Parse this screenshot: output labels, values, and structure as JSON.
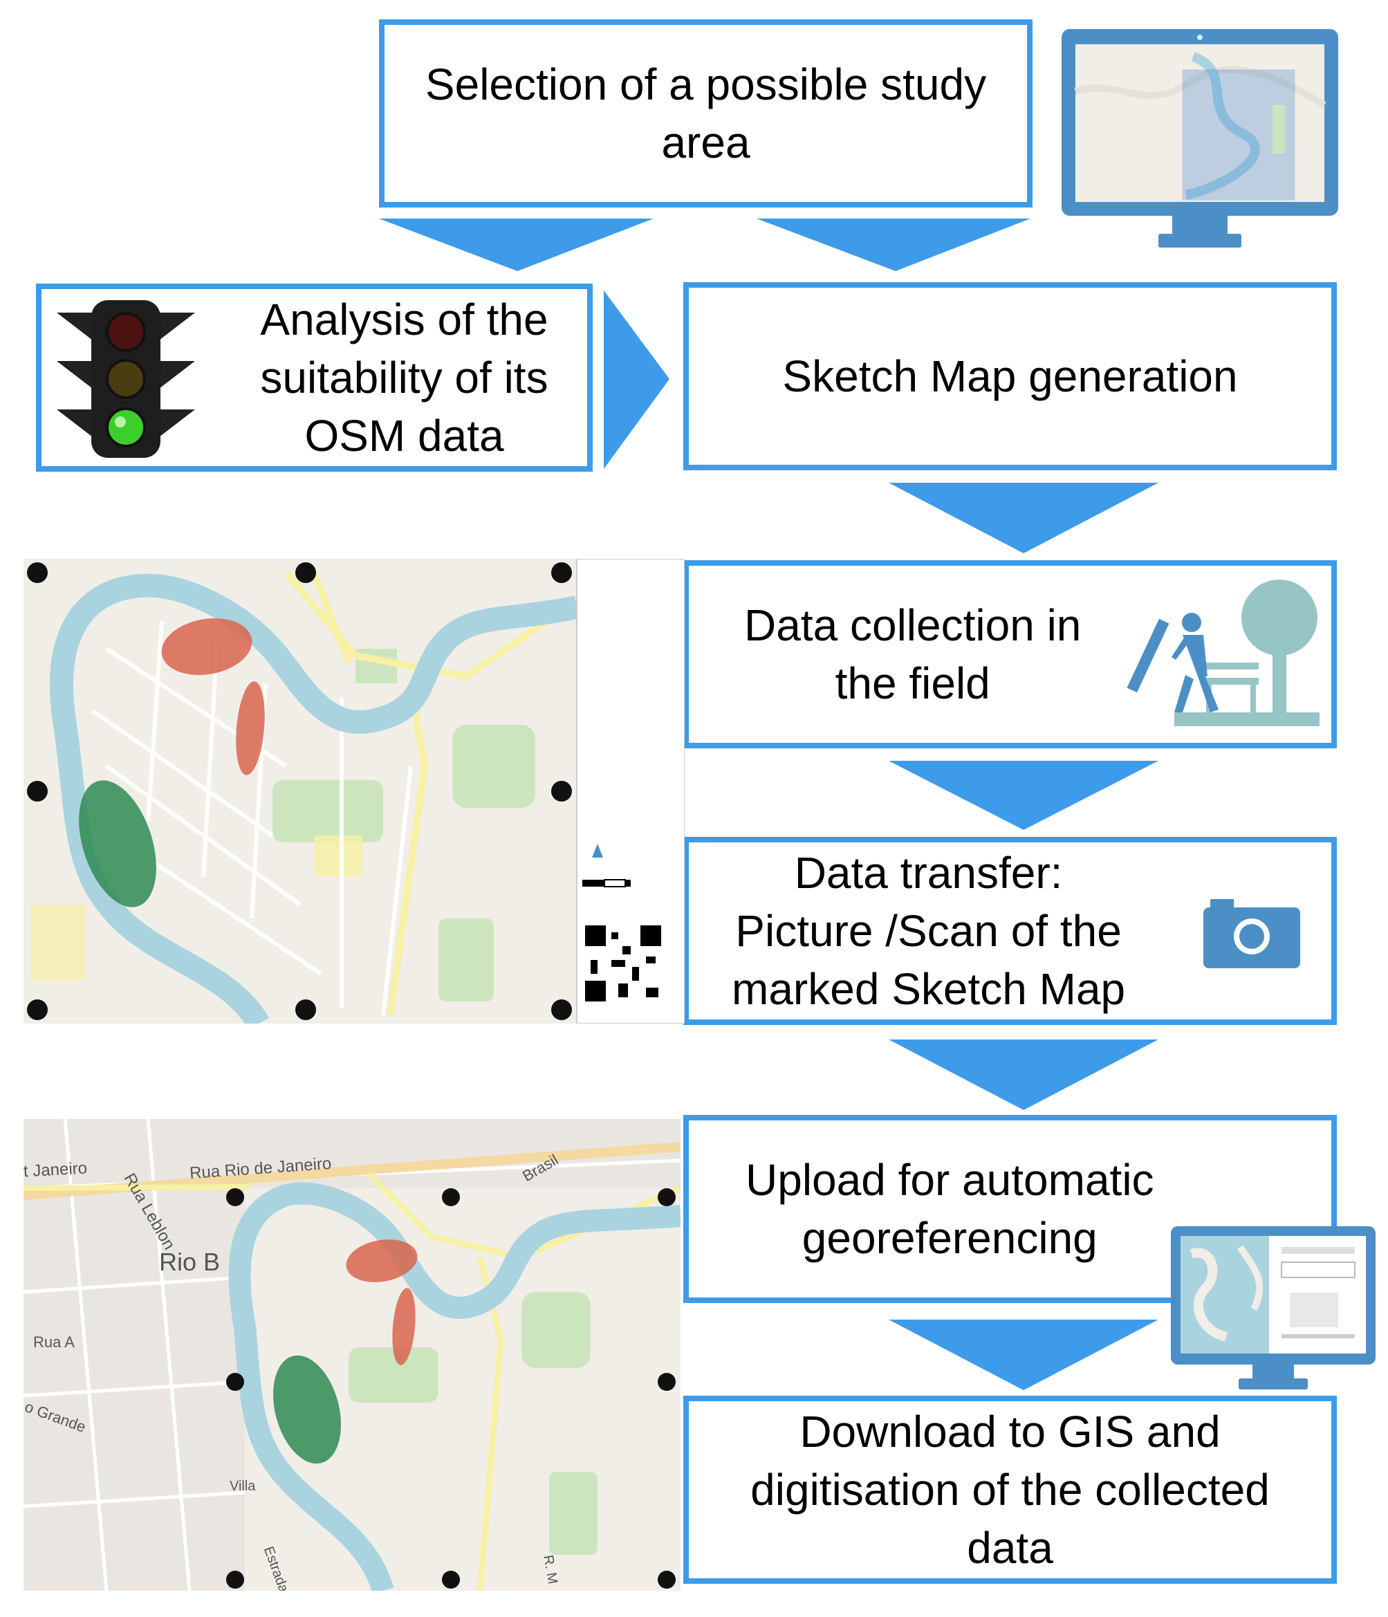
{
  "steps": {
    "s1": "Selection of a possible study\narea",
    "s2": "Analysis of the\nsuitability of its\nOSM data",
    "s3": "Sketch Map generation",
    "s4": "Data collection in\nthe field",
    "s5": "Data transfer:\nPicture /Scan of the\nmarked Sketch Map",
    "s6": "Upload for automatic\ngeoreferencing",
    "s7": "Download to GIS and\ndigitisation of the collected\ndata"
  },
  "map_labels": [
    "t Janeiro",
    "Rua Rio de Janeiro",
    "Brasil",
    "Rua Leblon",
    "Rio B",
    "Rua A",
    "o Grande",
    "Villa",
    "Estrada",
    "R. M"
  ],
  "colors": {
    "accent": "#3d9be9",
    "monitor": "#4b8fc6",
    "river": "#a9d3df",
    "map_bg": "#f1eee8",
    "park": "#cde5bf",
    "road": "#f7f0a5",
    "red_zone": "#d9654f",
    "green_zone": "#2f8a52",
    "teal_icon": "#97c5c5"
  },
  "icons": [
    "monitor-icon",
    "traffic-light-icon",
    "walking-person-icon",
    "pen-icon",
    "tree-icon",
    "bench-icon",
    "camera-icon",
    "globe-icon",
    "compass-icon",
    "qr-code-icon"
  ]
}
